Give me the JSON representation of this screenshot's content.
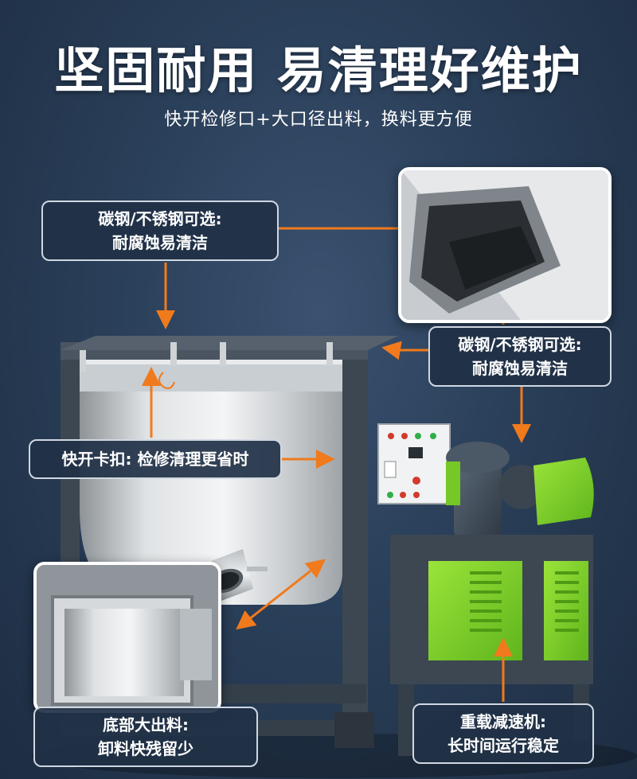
{
  "headline": "坚固耐用 易清理好维护",
  "subline": "快开检修口+大口径出料，换料更方便",
  "callouts": {
    "material_left": {
      "line1": "碳钢/不锈钢可选:",
      "line2": "耐腐蚀易清洁"
    },
    "material_right": {
      "line1": "碳钢/不锈钢可选:",
      "line2": "耐腐蚀易清洁"
    },
    "quick_clamp": {
      "line1": "快开卡扣: 检修清理更省时"
    },
    "bottom_outlet": {
      "line1": "底部大出料:",
      "line2": "卸料快残留少"
    },
    "gear_reducer": {
      "line1": "重载减速机:",
      "line2": "长时间运行稳定"
    }
  },
  "colors": {
    "accent_arrow": "#f07a1c",
    "machine_green": "#7ed321",
    "frame_gray": "#3d4752",
    "callout_bg": "#213147"
  }
}
